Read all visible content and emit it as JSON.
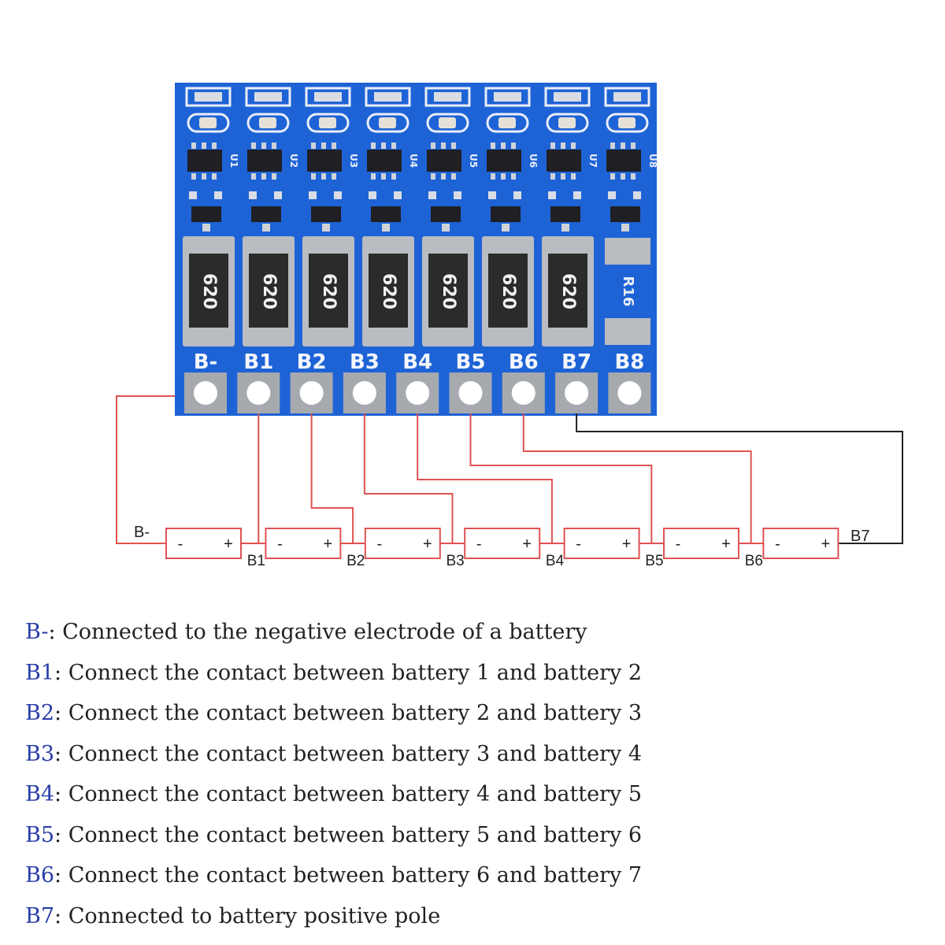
{
  "board": {
    "colors": {
      "pcb": "#1e63d6",
      "pad": "#b9bcc1",
      "resistor": "#2b2b2b",
      "wire_red": "#e05252",
      "wire_black": "#222222"
    },
    "ic_labels": [
      "U1",
      "U2",
      "U3",
      "U4",
      "U5",
      "U6",
      "U7",
      "U8"
    ],
    "resistors": [
      {
        "code": "620"
      },
      {
        "code": "620"
      },
      {
        "code": "620"
      },
      {
        "code": "620"
      },
      {
        "code": "620"
      },
      {
        "code": "620"
      },
      {
        "code": "620"
      }
    ],
    "r16_label": "R16",
    "terminals": [
      {
        "label": "B-"
      },
      {
        "label": "B1"
      },
      {
        "label": "B2"
      },
      {
        "label": "B3"
      },
      {
        "label": "B4"
      },
      {
        "label": "B5"
      },
      {
        "label": "B6"
      },
      {
        "label": "B7"
      },
      {
        "label": "B8"
      }
    ]
  },
  "wiring": {
    "start_label": "B-",
    "end_label": "B7",
    "junction_labels": [
      "B1",
      "B2",
      "B3",
      "B4",
      "B5",
      "B6"
    ],
    "cell_count": 7,
    "cell_minus": "-",
    "cell_plus": "+"
  },
  "legend": [
    {
      "key": "B-",
      "text": ": Connected to the negative electrode of a battery"
    },
    {
      "key": "B1",
      "text": ": Connect the contact between battery 1 and battery 2"
    },
    {
      "key": "B2",
      "text": ": Connect the contact between battery 2 and battery 3"
    },
    {
      "key": "B3",
      "text": ": Connect the contact between battery 3 and battery 4"
    },
    {
      "key": "B4",
      "text": ": Connect the contact between battery 4 and battery 5"
    },
    {
      "key": "B5",
      "text": ": Connect the contact between battery 5 and battery 6"
    },
    {
      "key": "B6",
      "text": ": Connect the contact between battery 6 and battery 7"
    },
    {
      "key": "B7",
      "text": ": Connected to battery positive pole"
    }
  ]
}
